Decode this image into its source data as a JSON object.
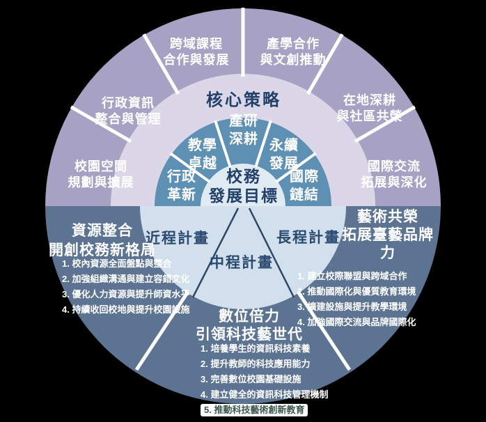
{
  "colors": {
    "background": "#000000",
    "outer_ring_top": "#a7a1c3",
    "core_strategy_ring": "#dbd6e8",
    "strategy_ring": "#5e90b3",
    "center_circle": "#e0eaf2",
    "plans_area": "#d2e0ed",
    "outer_ring_bottom": "#5c7492",
    "navy_text": "#23406a",
    "white_text": "#ffffff"
  },
  "center": {
    "label": "校務\n發展目標"
  },
  "rings": {
    "core_label": "核心策略"
  },
  "strategies": [
    {
      "label": "行政\n革新"
    },
    {
      "label": "教學\n卓越"
    },
    {
      "label": "產研\n深耕"
    },
    {
      "label": "永續\n發展"
    },
    {
      "label": "國際\n鏈結"
    }
  ],
  "outer_segments": [
    {
      "label": "校園空間\n規劃與擴展"
    },
    {
      "label": "行政資訊\n整合與管理"
    },
    {
      "label": "跨域課程\n合作與發展"
    },
    {
      "label": "產學合作\n與文創推動"
    },
    {
      "label": "在地深耕\n與社區共榮"
    },
    {
      "label": "國際交流\n拓展與深化"
    }
  ],
  "plans": {
    "near": "近程計畫",
    "mid": "中程計畫",
    "long": "長程計畫"
  },
  "quadrants": {
    "left": {
      "title": "資源整合\n開創校務新格局",
      "items": [
        "1. 校內資源全面盤點與整合",
        "2. 加強組織溝通與建立容錯文化",
        "3. 優化人力資源與提升師資水平",
        "4. 持續收回校地與提升校園設施"
      ]
    },
    "right": {
      "title": "藝術共榮\n拓展臺藝品牌力",
      "items": [
        "1. 建立校際聯盟與跨域合作",
        "2. 推動國際化與優質教育環境",
        "3. 擴建設施與提升教學環境",
        "4. 加強國際交流與品牌國際化"
      ]
    },
    "bottom": {
      "title": "數位倍力\n引領科技藝世代",
      "items": [
        "1. 培養學生的資訊科技素養",
        "2. 提升教師的科技應用能力",
        "3. 完善數位校園基礎設施",
        "4. 建立健全的資訊科技管理機制",
        "5. 推動科技藝術創新教育"
      ]
    }
  }
}
